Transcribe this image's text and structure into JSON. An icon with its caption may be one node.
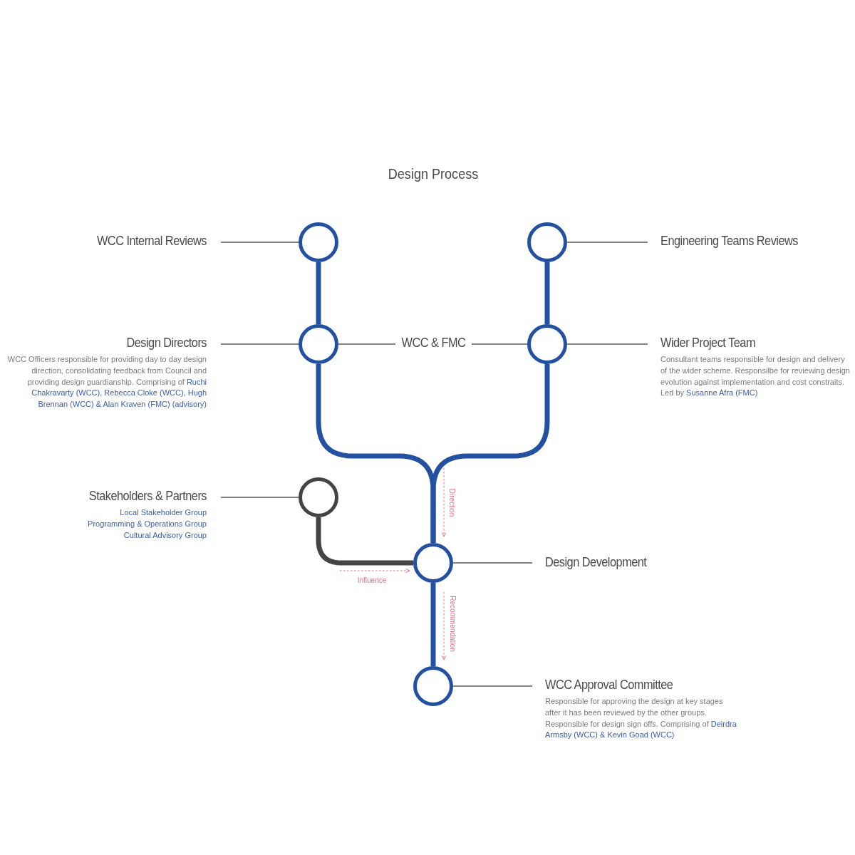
{
  "diagram": {
    "title": "Design Process",
    "nodes": [
      {
        "text": [
          "WCC Internal Reviews"
        ]
      },
      {
        "text": [],
        "shape": "circle"
      },
      {
        "text": [],
        "shape": "circle"
      },
      {
        "text": [
          "Engineering Teams Reviews"
        ]
      },
      {
        "text": [
          "Design Directors",
          "WCC Officers responsible for providing day to day design direction, consolidating feedback from Council and providing design guardianship. Comprising of",
          "Ruchi Chakravarty (WCC), Rebecca Cloke (WCC), Hugh Brennan (WCC) & Alan Kraven (FMC) (advisory)"
        ]
      },
      {
        "text": [],
        "shape": "circle"
      },
      {
        "text": [
          "WCC & FMC"
        ]
      },
      {
        "text": [],
        "shape": "circle"
      },
      {
        "text": [
          "Wider Project Team",
          "Consultant teams responsible for design and delivery of the wider scheme. Responsilbe for reviewing design evolution against implementation and cost constraits.",
          "Led by",
          "Susanne Afra (FMC)"
        ]
      },
      {
        "text": [
          "Stakeholders & Partners",
          "Local Stakeholder Group",
          "Programming & Operations Group",
          "Cultural Advisory Group"
        ]
      },
      {
        "text": [],
        "shape": "circle"
      },
      {
        "text": [],
        "shape": "circle"
      },
      {
        "text": [
          "Design Development"
        ]
      },
      {
        "text": [],
        "shape": "circle"
      },
      {
        "text": [
          "WCC Approval Committee",
          "Responsible for approving the design at key stages after it has been reviewed by the other groups. Responsible for design sign offs. Comprising of",
          "Deirdra Armsby (WCC) & Kevin Goad (WCC)"
        ]
      }
    ],
    "edges": [
      {
        "from": 0,
        "to": 1,
        "arrow": "none"
      },
      {
        "from": 2,
        "to": 3,
        "arrow": "none"
      },
      {
        "from": 1,
        "to": 5,
        "arrow": "none",
        "style": "thick",
        "color": "#2350a0"
      },
      {
        "from": 2,
        "to": 7,
        "arrow": "none",
        "style": "thick",
        "color": "#2350a0"
      },
      {
        "from": 4,
        "to": 5,
        "arrow": "none"
      },
      {
        "from": 5,
        "to": 6,
        "arrow": "none"
      },
      {
        "from": 6,
        "to": 7,
        "arrow": "none"
      },
      {
        "from": 7,
        "to": 8,
        "arrow": "none"
      },
      {
        "from": 5,
        "to": 11,
        "arrow": "none",
        "style": "thick",
        "color": "#2350a0"
      },
      {
        "from": 7,
        "to": 11,
        "arrow": "none",
        "style": "thick",
        "color": "#2350a0"
      },
      {
        "from": 9,
        "to": 10,
        "arrow": "none"
      },
      {
        "from": 10,
        "to": 11,
        "arrow": "none",
        "style": "thick",
        "color": "#444444"
      },
      {
        "from": 11,
        "to": 12,
        "arrow": "none"
      },
      {
        "from": 11,
        "to": 13,
        "arrow": "none",
        "style": "thick",
        "color": "#2350a0"
      },
      {
        "from": 13,
        "to": 14,
        "arrow": "none"
      }
    ],
    "labels": [
      "Direction",
      "Influence",
      "Recommendation"
    ]
  }
}
